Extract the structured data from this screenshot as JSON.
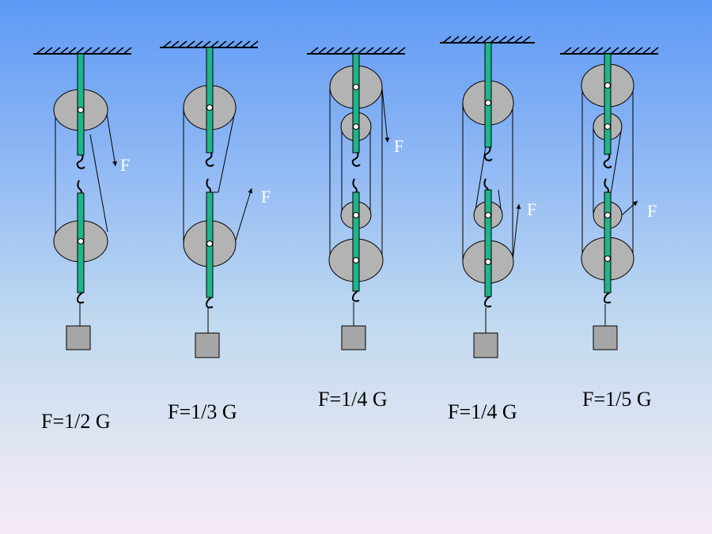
{
  "force_symbol": "F",
  "colors": {
    "rod": "#1fb58a",
    "pulley": "#b3b3b3",
    "weight": "#a6a6a6",
    "line": "#000000",
    "force_label": "#ffffff"
  },
  "pulley_systems": [
    {
      "id": "system-1",
      "formula": "F=1/2 G",
      "supporting_ropes": 2
    },
    {
      "id": "system-2",
      "formula": "F=1/3 G",
      "supporting_ropes": 3
    },
    {
      "id": "system-3",
      "formula": "F=1/4 G",
      "supporting_ropes": 4
    },
    {
      "id": "system-4",
      "formula": "F=1/4 G",
      "supporting_ropes": 4
    },
    {
      "id": "system-5",
      "formula": "F=1/5 G",
      "supporting_ropes": 5
    }
  ]
}
